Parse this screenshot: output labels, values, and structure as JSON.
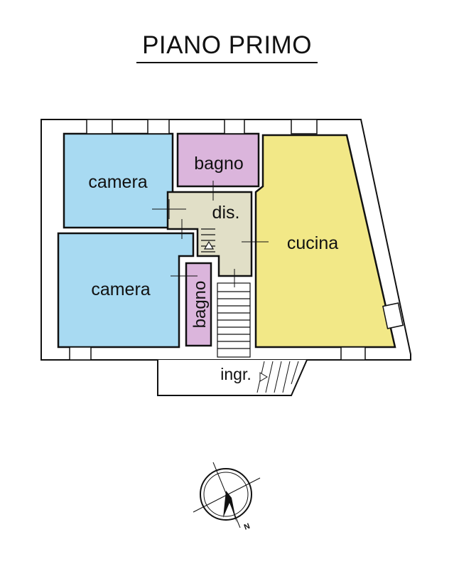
{
  "title": "PIANO PRIMO",
  "rooms": {
    "camera_top": "camera",
    "camera_bottom": "camera",
    "bagno_top": "bagno",
    "bagno_side": "bagno",
    "dis": "dis.",
    "cucina": "cucina",
    "ingr": "ingr."
  },
  "compass": {
    "north_label": "N"
  },
  "colors": {
    "bedroom": "#a8daf2",
    "bathroom": "#dbb5dc",
    "hall": "#e1dfc7",
    "kitchen": "#f2e887",
    "wall": "#111111"
  }
}
